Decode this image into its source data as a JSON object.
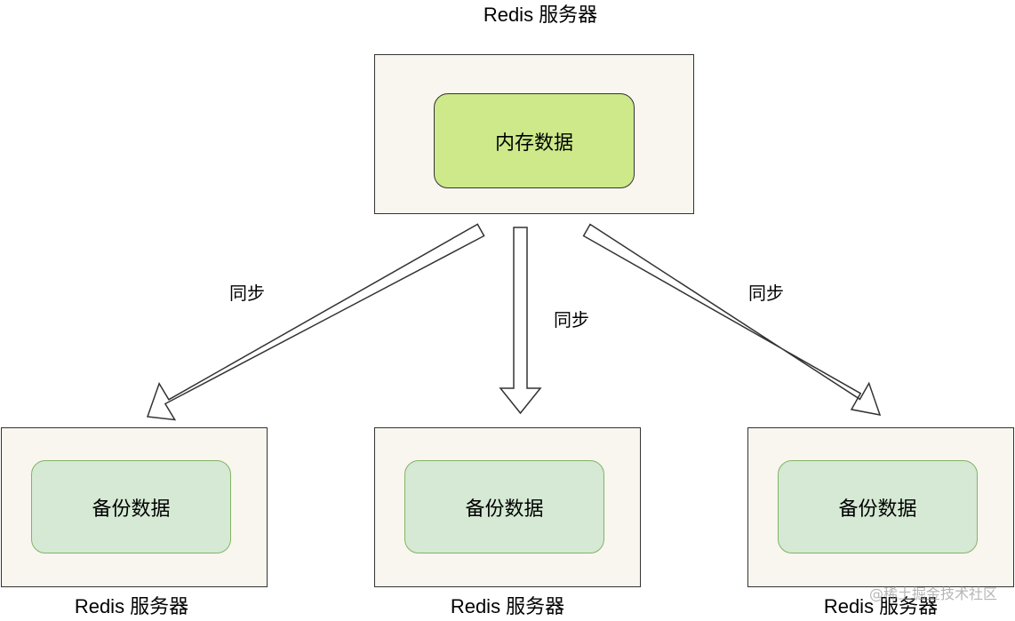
{
  "primary": {
    "label": "Redis 服务器",
    "data_label": "内存数据"
  },
  "replicas": [
    {
      "label": "Redis 服务器",
      "data_label": "备份数据"
    },
    {
      "label": "Redis 服务器",
      "data_label": "备份数据"
    },
    {
      "label": "Redis 服务器",
      "data_label": "备份数据"
    }
  ],
  "sync_labels": [
    "同步",
    "同步",
    "同步"
  ],
  "watermark": "@稀土掘金技术社区",
  "colors": {
    "server_fill": "#f8f6ee",
    "primary_data_fill": "#cde98a",
    "backup_data_fill": "#d5e9d4",
    "backup_data_border": "#82b366",
    "arrow_fill": "#ffffff",
    "stroke": "#333333"
  }
}
